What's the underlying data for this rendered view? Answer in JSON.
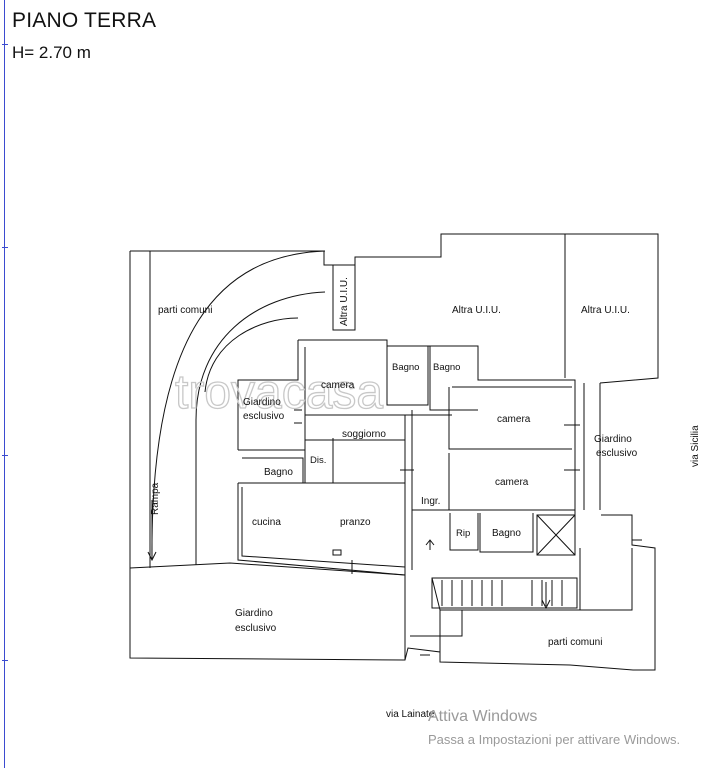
{
  "plan": {
    "title": "PIANO TERRA",
    "height_label": "H= 2.70 m"
  },
  "rooms": {
    "parti_comuni_top": "parti comuni",
    "altra_vertical": "Altra U.I.U.",
    "altra_center": "Altra U.I.U.",
    "altra_right": "Altra U.I.U.",
    "bagno_top_left": "Bagno",
    "bagno_top_right": "Bagno",
    "camera_left": "camera",
    "camera_right_top": "camera",
    "camera_right_bottom": "camera",
    "giardino_left_1": "Giardino",
    "giardino_left_2": "esclusivo",
    "giardino_right_1": "Giardino",
    "giardino_right_2": "esclusivo",
    "soggiorno": "soggiorno",
    "dis": "Dis.",
    "bagno_left": "Bagno",
    "ingr": "Ingr.",
    "cucina": "cucina",
    "pranzo": "pranzo",
    "rip": "Rip",
    "bagno_right": "Bagno",
    "rampa": "Rampa",
    "giardino_bottom_1": "Giardino",
    "giardino_bottom_2": "esclusivo",
    "parti_comuni_bottom": "parti comuni",
    "via_sicilia": "via Sicilia",
    "via_lainate": "via Lainate"
  },
  "watermark": "trovacasa",
  "windows_notice": {
    "title": "Attiva Windows",
    "subtitle": "Passa a Impostazioni per attivare Windows."
  },
  "colors": {
    "line": "#111111",
    "accent": "#3b4bd0",
    "watermark": "#c8c8c8",
    "notice": "#9a9a9a"
  }
}
